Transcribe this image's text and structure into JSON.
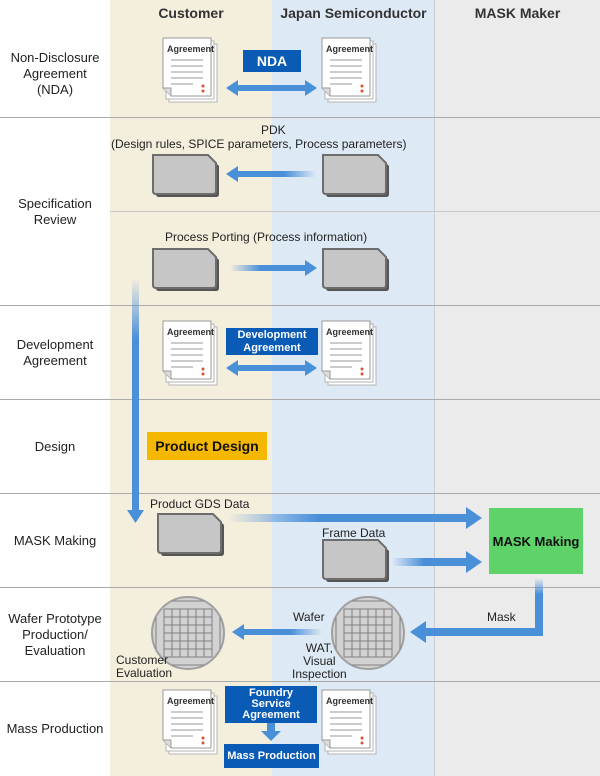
{
  "columns": {
    "customer": "Customer",
    "japan": "Japan Semiconductor",
    "mask": "MASK Maker"
  },
  "rows": {
    "nda": "Non-Disclosure\nAgreement\n(NDA)",
    "spec": "Specification\nReview",
    "dev": "Development\nAgreement",
    "design": "Design",
    "mask": "MASK Making",
    "wafer": "Wafer Prototype\nProduction/\nEvaluation",
    "mass": "Mass Production"
  },
  "agreement_label": "Agreement",
  "labels": {
    "nda": "NDA",
    "pdk": "PDK",
    "pdk_detail": "(Design rules, SPICE parameters, Process parameters)",
    "porting": "Process Porting (Process information)",
    "development_agreement": "Development\nAgreement",
    "product_design": "Product Design",
    "product_gds": "Product GDS Data",
    "frame_data": "Frame Data",
    "mask_making": "MASK Making",
    "mask": "Mask",
    "wafer": "Wafer",
    "wat": "WAT,\nVisual\nInspection",
    "customer_eval": "Customer\nEvaluation",
    "foundry": "Foundry\nService\nAgreement",
    "mass_production": "Mass Production"
  },
  "colors": {
    "customer_bg": "#f4eedd",
    "japan_bg": "#dde9f5",
    "mask_bg": "#ebebeb",
    "blue_box": "#0a5bb5",
    "arrow": "#4a90d9",
    "product_design": "#f5b800",
    "mask_box": "#5dd36a"
  }
}
